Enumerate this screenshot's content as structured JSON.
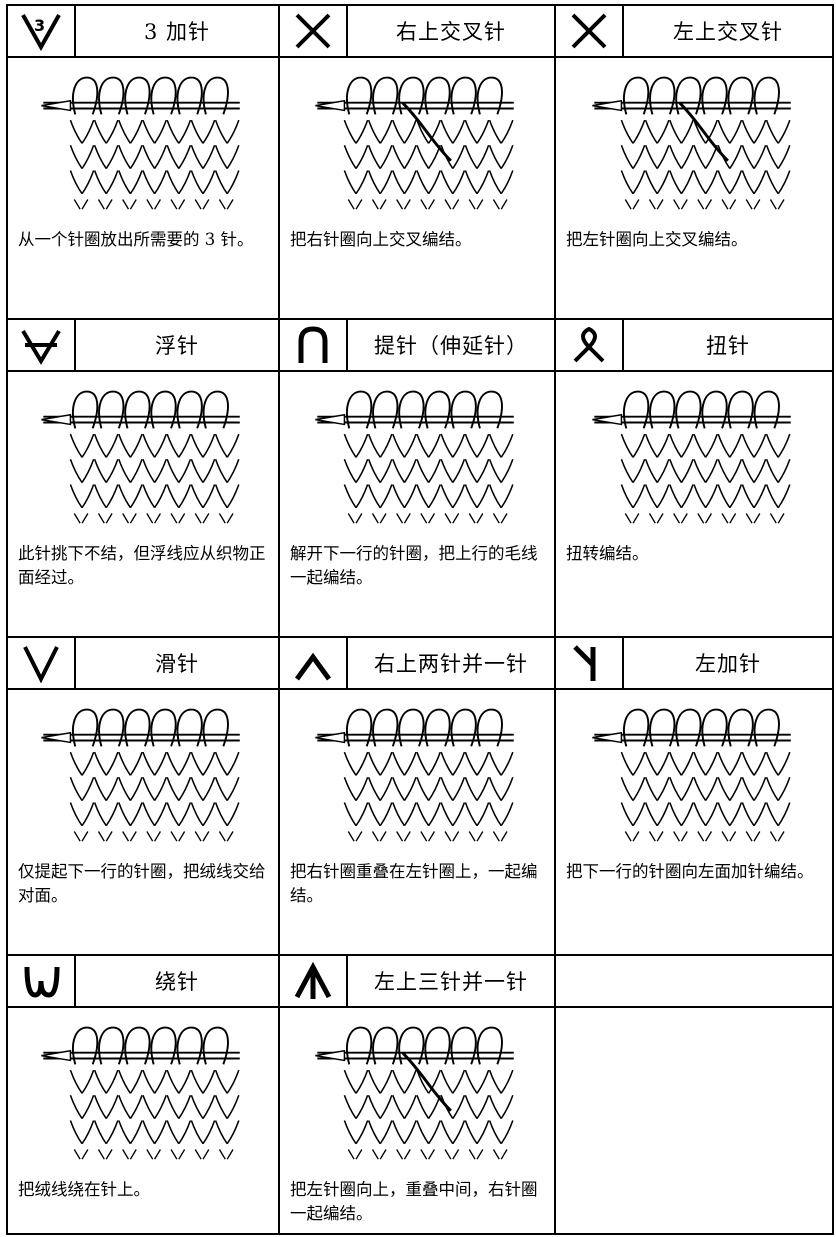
{
  "cells": [
    {
      "symbol": "3-increase",
      "title": "3 加针",
      "description": "从一个针圈放出所需要的 3 针。"
    },
    {
      "symbol": "right-cross",
      "title": "右上交叉针",
      "description": "把右针圈向上交叉编结。"
    },
    {
      "symbol": "left-cross",
      "title": "左上交叉针",
      "description": "把左针圈向上交叉编结。"
    },
    {
      "symbol": "float",
      "title": "浮针",
      "description": "此针挑下不结，但浮线应从织物正面经过。"
    },
    {
      "symbol": "tuck",
      "title": "提针（伸延针）",
      "description": "解开下一行的针圈，把上行的毛线一起编结。"
    },
    {
      "symbol": "twist",
      "title": "扭针",
      "description": "扭转编结。"
    },
    {
      "symbol": "slip",
      "title": "滑针",
      "description": "仅提起下一行的针圈，把绒线交给对面。"
    },
    {
      "symbol": "right-k2tog",
      "title": "右上两针并一针",
      "description": "把右针圈重叠在左针圈上，一起编结。"
    },
    {
      "symbol": "left-increase",
      "title": "左加针",
      "description": "把下一行的针圈向左面加针编结。"
    },
    {
      "symbol": "wrap",
      "title": "绕针",
      "description": "把绒线绕在针上。"
    },
    {
      "symbol": "left-k3tog",
      "title": "左上三针并一针",
      "description": "把左针圈向上，重叠中间，右针圈一起编结。"
    }
  ]
}
